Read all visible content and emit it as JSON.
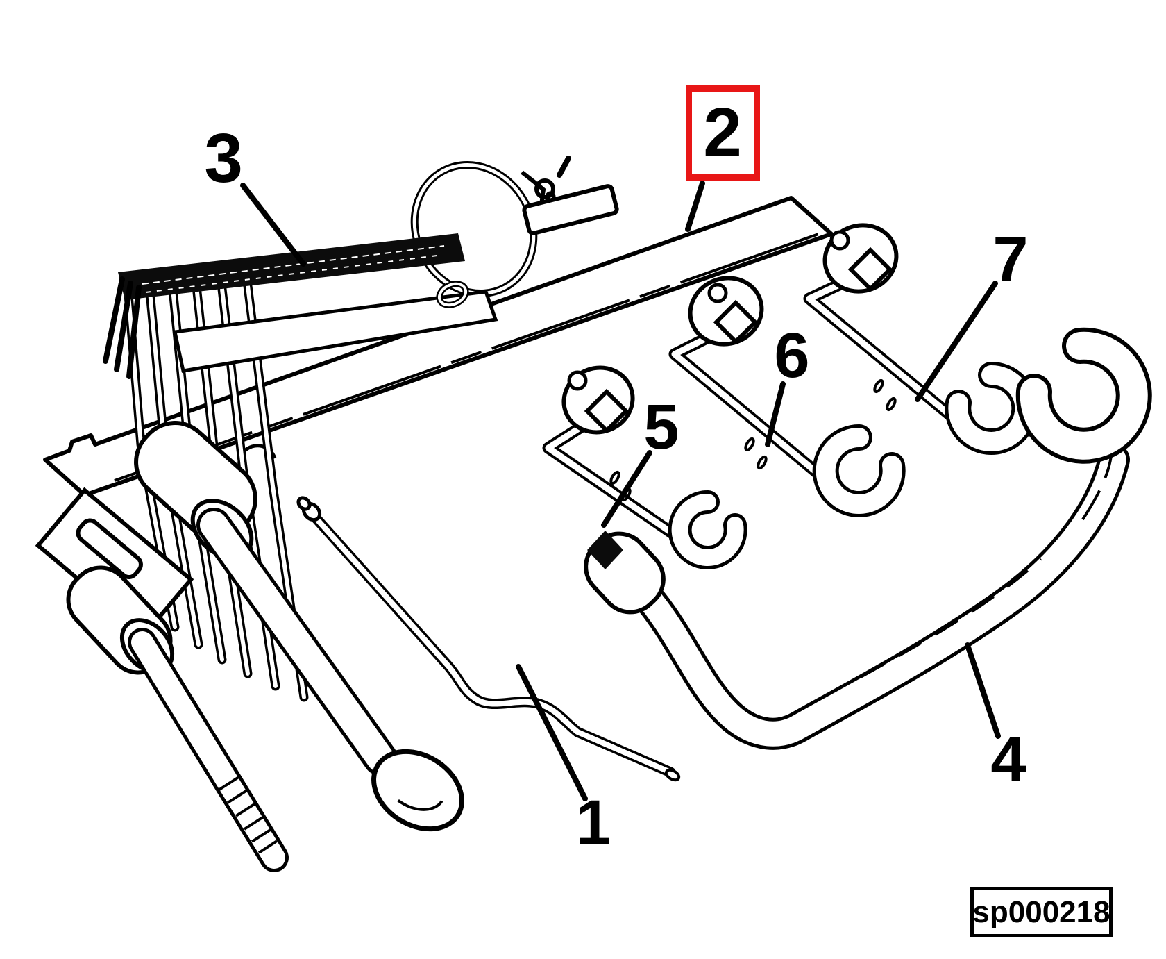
{
  "diagram": {
    "figure_code": "sp000218",
    "background_color": "#ffffff",
    "line_color": "#000000",
    "highlight_color": "#e81616",
    "highlighted_callout": "2",
    "callouts": [
      {
        "label": "1",
        "highlighted": false
      },
      {
        "label": "2",
        "highlighted": true
      },
      {
        "label": "3",
        "highlighted": false
      },
      {
        "label": "4",
        "highlighted": false
      },
      {
        "label": "5",
        "highlighted": false
      },
      {
        "label": "6",
        "highlighted": false
      },
      {
        "label": "7",
        "highlighted": false
      }
    ]
  }
}
